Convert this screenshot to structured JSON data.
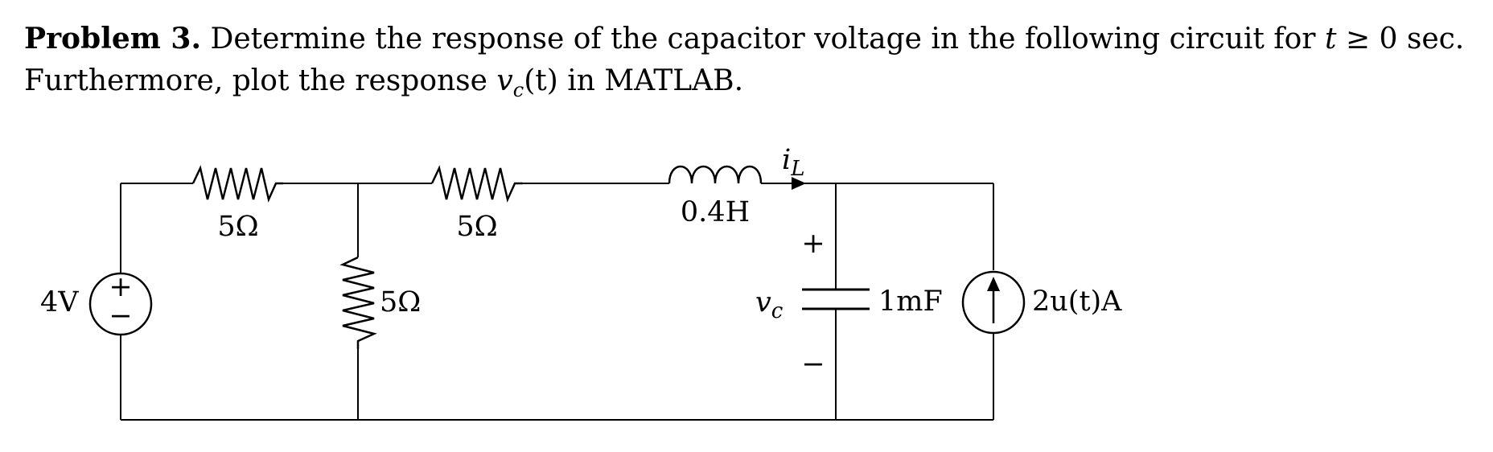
{
  "problem": {
    "title": "Problem 3.",
    "line1_text": "Determine the response of the capacitor voltage in the following circuit for",
    "line1_var": "t",
    "line1_tail": "≥ 0 sec.",
    "line2_prefix": "Furthermore, plot the response",
    "line2_var_v": "v",
    "line2_var_sub": "c",
    "line2_var_arg": "(t)",
    "line2_suffix": "in MATLAB."
  },
  "circuit": {
    "source_voltage": "4V",
    "source_plus": "+",
    "source_minus": "−",
    "r1": "5Ω",
    "r2": "5Ω",
    "r3": "5Ω",
    "inductor": "0.4H",
    "current_label_main": "i",
    "current_label_sub": "L",
    "cap_plus": "+",
    "cap_minus": "−",
    "cap_voltage_main": "v",
    "cap_voltage_sub": "c",
    "capacitor": "1mF",
    "current_source": "2u(t)A"
  }
}
